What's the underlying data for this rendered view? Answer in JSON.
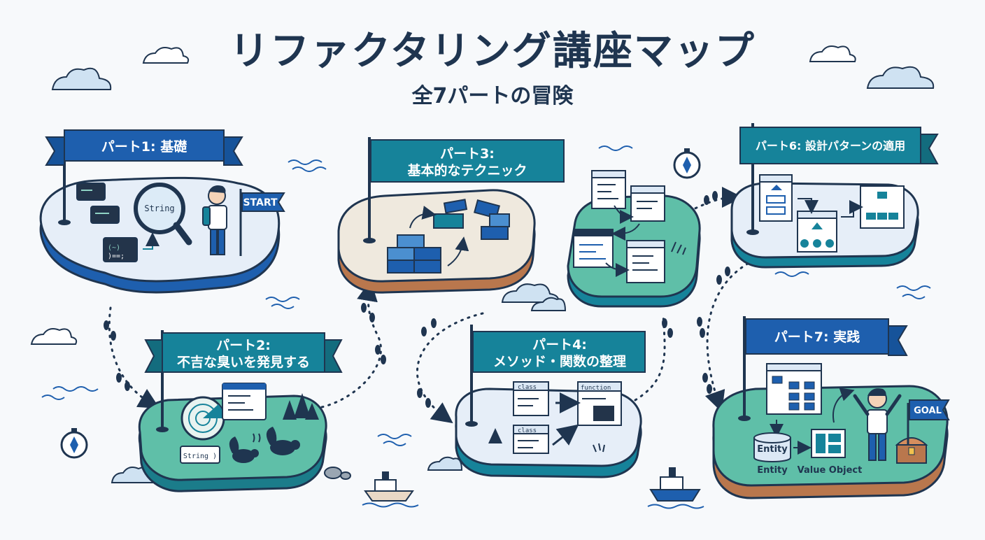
{
  "title": "リファクタリング講座マップ",
  "subtitle": "全7パートの冒険",
  "parts": [
    {
      "line1": "パート1: 基礎",
      "line2": ""
    },
    {
      "line1": "パート2:",
      "line2": "不吉な臭いを発見する"
    },
    {
      "line1": "パート3:",
      "line2": "基本的なテクニック"
    },
    {
      "line1": "パート4:",
      "line2": "メソッド・関数の整理"
    },
    {
      "line1": "",
      "line2": ""
    },
    {
      "line1": "パート6: 設計パターンの適用",
      "line2": ""
    },
    {
      "line1": "パート7: 実践",
      "line2": ""
    }
  ],
  "labels": {
    "start_flag": "START",
    "goal_flag": "GOAL",
    "string_lens": "String",
    "string_box": "String )",
    "class_1": "class",
    "class_2": "class",
    "function": "function",
    "entity_db": "Entity",
    "entity": "Entity",
    "value_object": "Value Object",
    "code_snippet_1": "(~)",
    "code_snippet_2": ")==;"
  },
  "colors": {
    "navy": "#1f3550",
    "blue": "#1e5fae",
    "teal": "#16839a",
    "sea_green": "#5fbfa8",
    "sand": "#efe9de",
    "ice": "#e6eef8",
    "earth": "#b9774d"
  }
}
